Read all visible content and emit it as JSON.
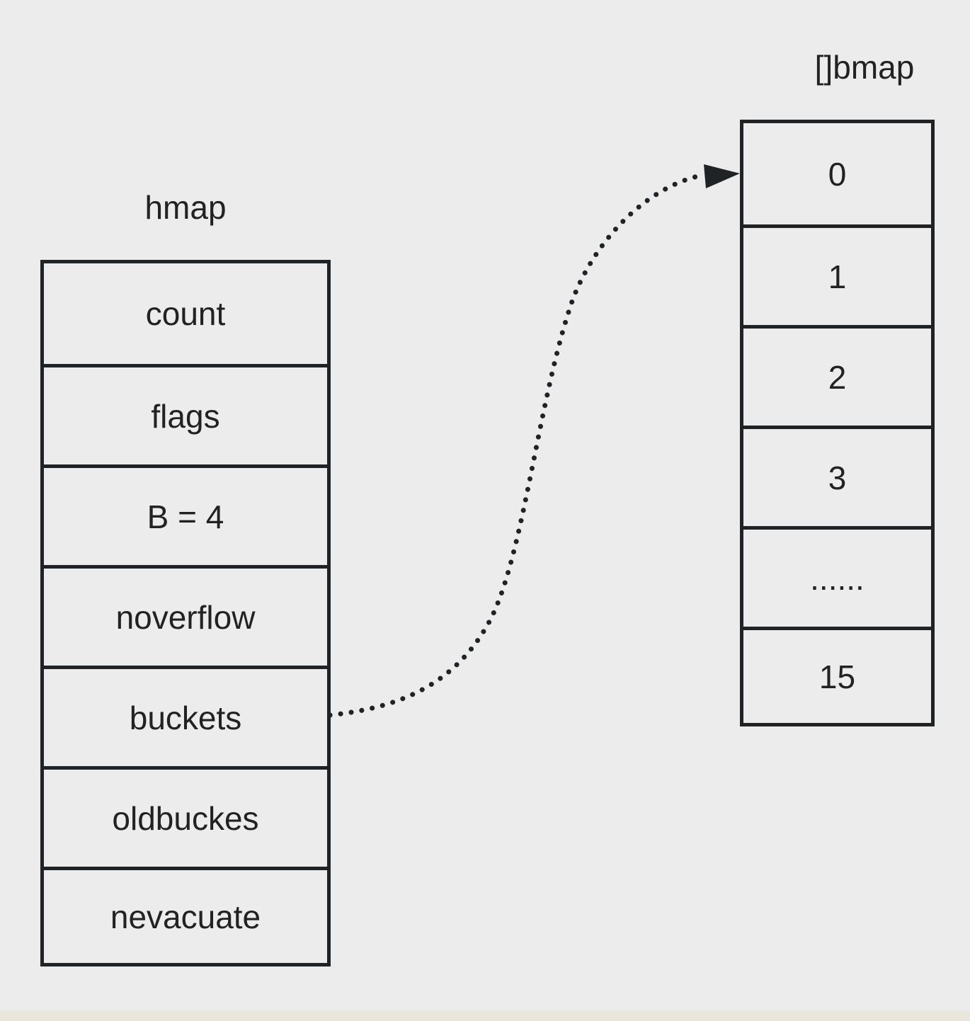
{
  "diagram": {
    "hmap": {
      "title": "hmap",
      "fields": [
        {
          "label": "count"
        },
        {
          "label": "flags"
        },
        {
          "label": "B = 4"
        },
        {
          "label": "noverflow"
        },
        {
          "label": "buckets"
        },
        {
          "label": "oldbuckes"
        },
        {
          "label": "nevacuate"
        }
      ]
    },
    "bmap": {
      "title": "[]bmap",
      "cells": [
        {
          "label": "0"
        },
        {
          "label": "1"
        },
        {
          "label": "2"
        },
        {
          "label": "3"
        },
        {
          "label": "......"
        },
        {
          "label": "15"
        }
      ]
    },
    "connector": {
      "from": "buckets",
      "to": "0",
      "style": "dotted",
      "color": "#1f2326"
    },
    "colors": {
      "background": "#ececec",
      "border": "#1f2326",
      "text": "#222222",
      "frame": "#e9e6dc"
    }
  }
}
